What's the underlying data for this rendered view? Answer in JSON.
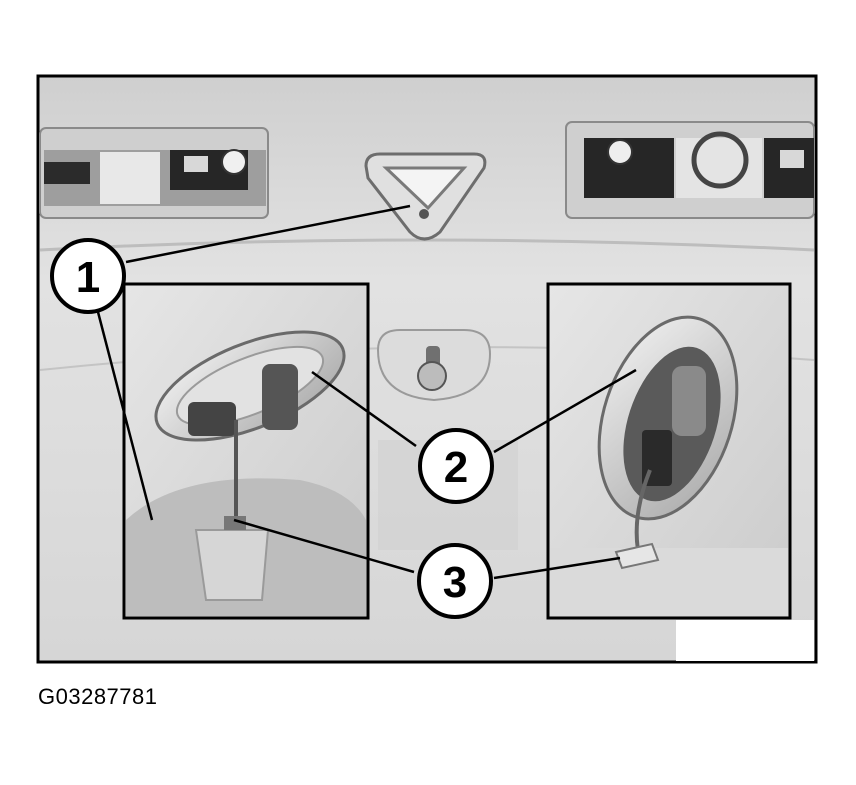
{
  "figure": {
    "code": "G03287781",
    "callouts": [
      {
        "number": "1",
        "name": "callout-1"
      },
      {
        "number": "2",
        "name": "callout-2"
      },
      {
        "number": "3",
        "name": "callout-3"
      }
    ]
  },
  "colors": {
    "frame": "#000000",
    "background": "#d9d9d9",
    "callout_fill": "#ffffff"
  }
}
